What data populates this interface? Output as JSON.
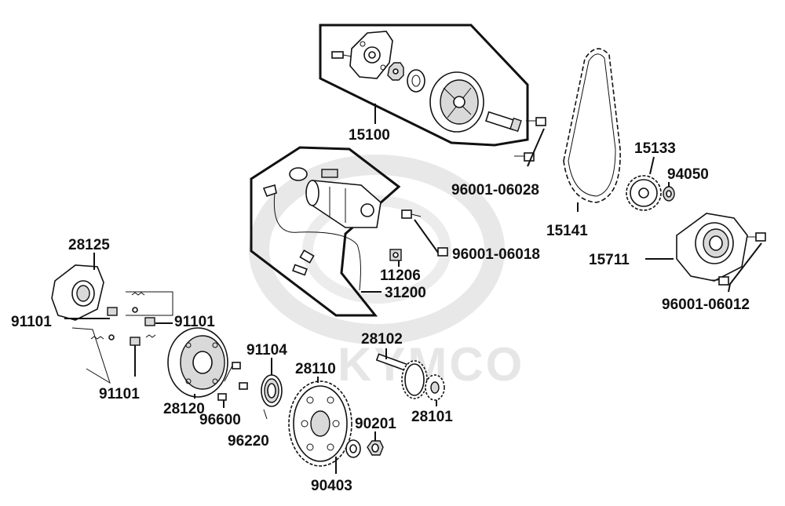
{
  "watermark": {
    "brand": "KYMCO",
    "color": "#e6e6e6"
  },
  "labels": {
    "p15100": "15100",
    "p96001_06028": "96001-06028",
    "p15141": "15141",
    "p15133": "15133",
    "p94050": "94050",
    "p15711": "15711",
    "p96001_06012": "96001-06012",
    "p96001_06018": "96001-06018",
    "p11206": "11206",
    "p31200": "31200",
    "p28125": "28125",
    "p91101_a": "91101",
    "p91101_b": "91101",
    "p91101_c": "91101",
    "p91104": "91104",
    "p28110": "28110",
    "p28102": "28102",
    "p28120": "28120",
    "p96600": "96600",
    "p96220": "96220",
    "p28101": "28101",
    "p90201": "90201",
    "p90403": "90403"
  }
}
